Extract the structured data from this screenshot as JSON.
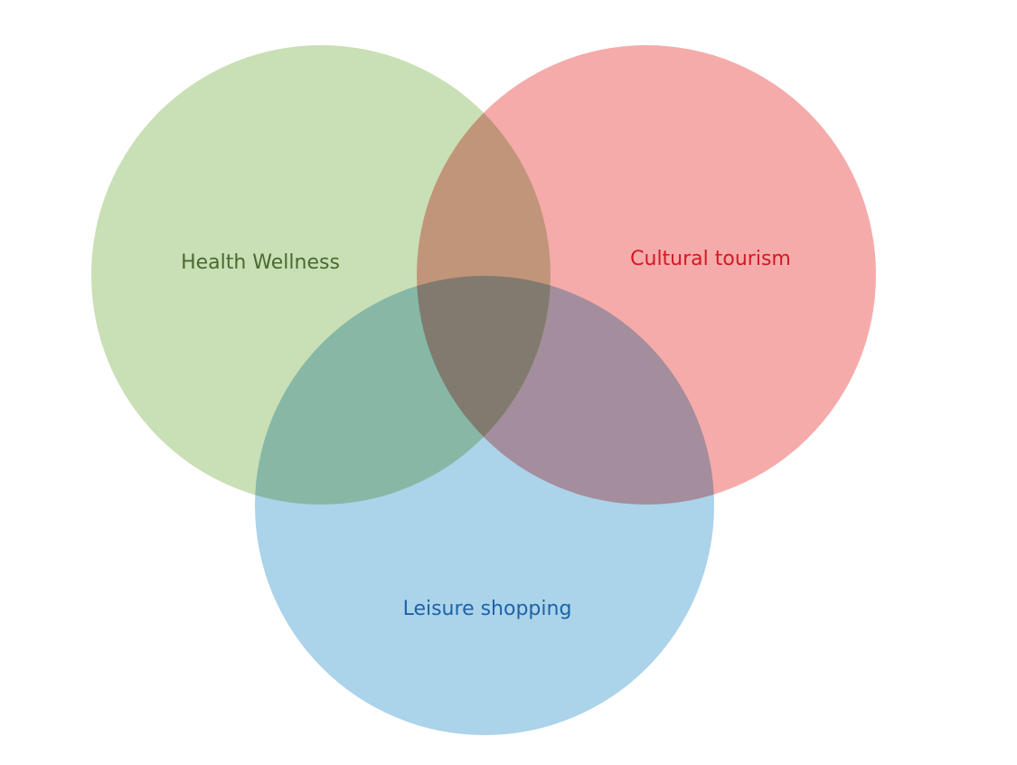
{
  "diagram": {
    "type": "venn",
    "sets": [
      {
        "id": "health",
        "label": "Health Wellness",
        "fill_color": "#c9dfb5",
        "text_color": "#4a6a30"
      },
      {
        "id": "cultural",
        "label": "Cultural tourism",
        "fill_color": "#f5abaa",
        "text_color": "#d11a24"
      },
      {
        "id": "leisure",
        "label": "Leisure shopping",
        "fill_color": "#abd3ea",
        "text_color": "#1f63a6"
      }
    ]
  }
}
